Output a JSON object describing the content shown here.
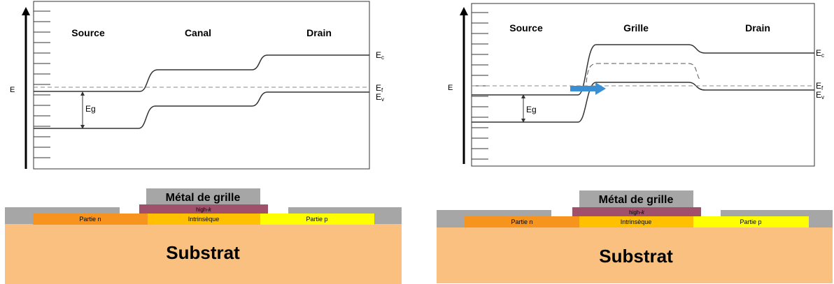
{
  "colors": {
    "band": "#333333",
    "fermi": "#888888",
    "arrow_blue": "#3a8fd4",
    "substrat": "#fac080",
    "oxide_gray": "#a6a6a6",
    "gate_metal": "#a6a6a6",
    "highk": "#a0506a",
    "partie_n": "#f7941d",
    "intrinseque": "#ffc000",
    "partie_p": "#ffff00"
  },
  "left": {
    "axis_label": "E",
    "regions": [
      "Source",
      "Canal",
      "Drain"
    ],
    "band_labels": {
      "ec": "E",
      "ec_sub": "c",
      "ef": "E",
      "ef_sub": "f",
      "ev": "E",
      "ev_sub": "v"
    },
    "gap_label": "Eg",
    "device": {
      "gate": "Métal de grille",
      "highk": "high-",
      "highk_k": "k",
      "partie_n": "Partie n",
      "intrinseque": "Intrinsèque",
      "partie_p": "Partie p",
      "substrat": "Substrat"
    }
  },
  "right": {
    "axis_label": "E",
    "regions": [
      "Source",
      "Grille",
      "Drain"
    ],
    "band_labels": {
      "ec": "E",
      "ec_sub": "c",
      "ef": "E",
      "ef_sub": "f",
      "ev": "E",
      "ev_sub": "v"
    },
    "gap_label": "Eg",
    "device": {
      "gate": "Métal de grille",
      "highk": "high-",
      "highk_k": "k",
      "partie_n": "Partie n",
      "intrinseque": "Intrinsèque",
      "partie_p": "Partie p",
      "substrat": "Substrat"
    }
  }
}
